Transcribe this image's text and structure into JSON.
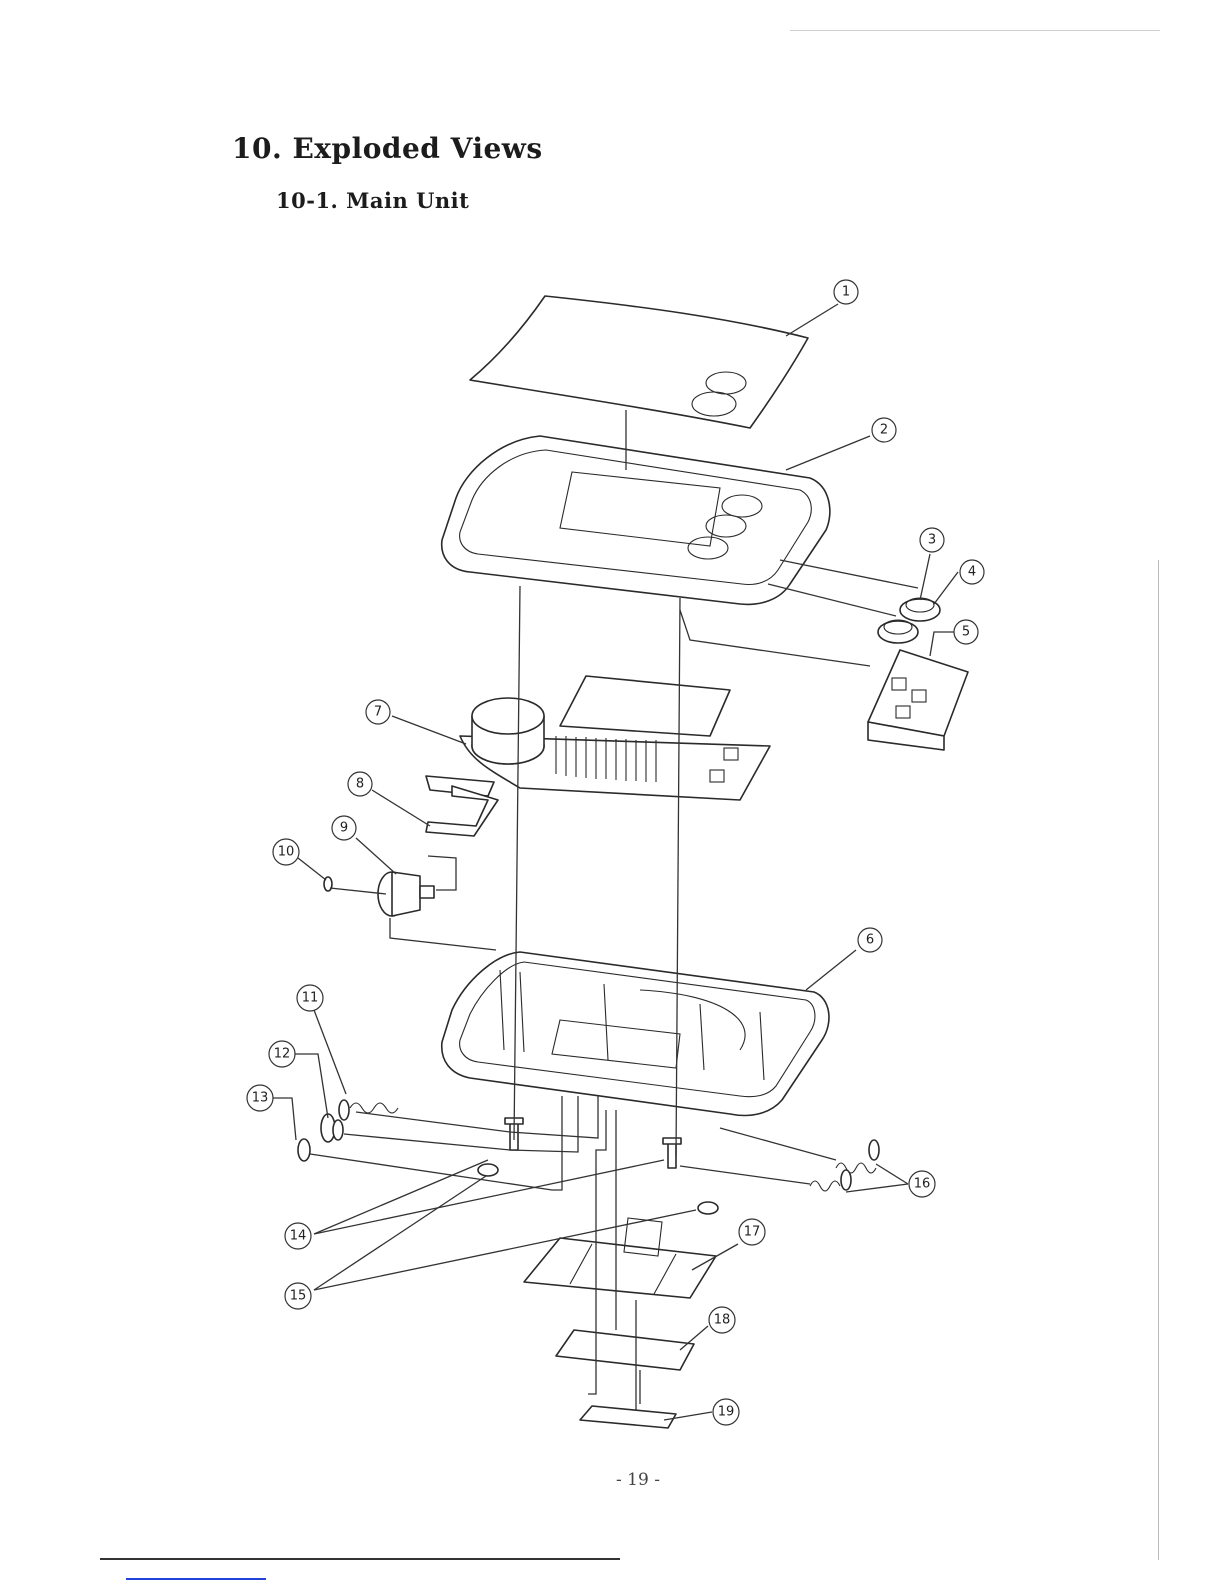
{
  "heading": "10. Exploded Views",
  "subheading": "10-1. Main Unit",
  "page_number": "- 19 -",
  "callouts": [
    "1",
    "2",
    "3",
    "4",
    "5",
    "6",
    "7",
    "8",
    "9",
    "10",
    "11",
    "12",
    "13",
    "14",
    "15",
    "16",
    "17",
    "18",
    "19"
  ]
}
